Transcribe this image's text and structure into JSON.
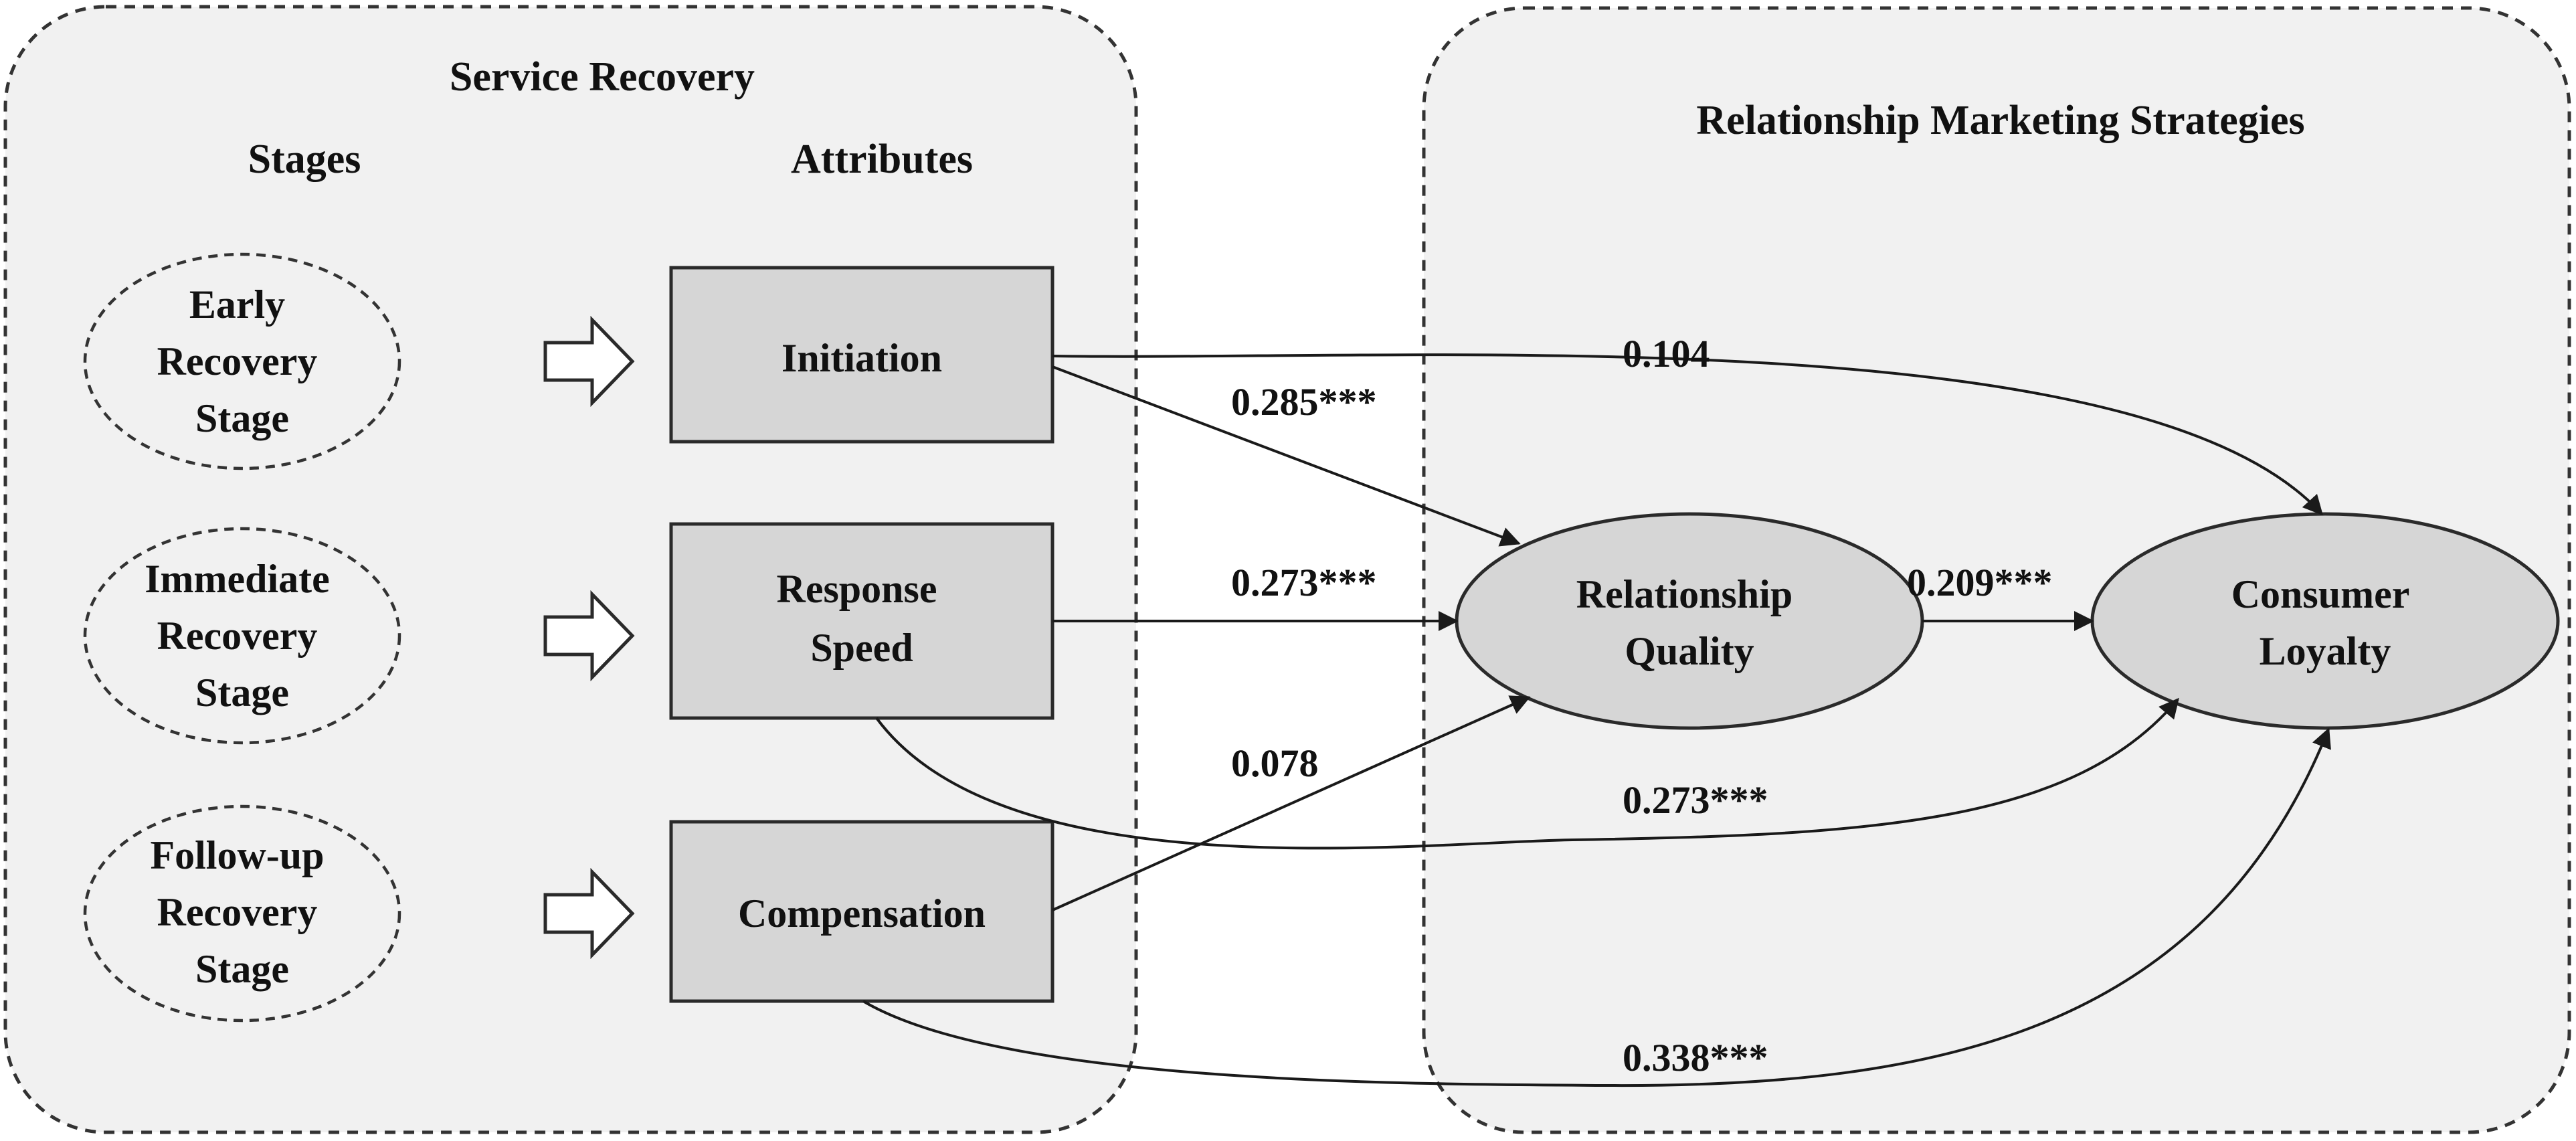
{
  "panels": {
    "service_recovery": {
      "title": "Service Recovery",
      "stages_heading": "Stages",
      "attributes_heading": "Attributes"
    },
    "relationship_marketing": {
      "title": "Relationship Marketing Strategies"
    }
  },
  "stages": [
    {
      "lines": [
        "Early",
        "Recovery",
        "Stage"
      ]
    },
    {
      "lines": [
        "Immediate",
        "Recovery",
        "Stage"
      ]
    },
    {
      "lines": [
        "Follow-up",
        "Recovery",
        "Stage"
      ]
    }
  ],
  "attributes": [
    {
      "lines": [
        "Initiation"
      ]
    },
    {
      "lines": [
        "Response",
        "Speed"
      ]
    },
    {
      "lines": [
        "Compensation"
      ]
    }
  ],
  "constructs": {
    "relationship_quality": {
      "lines": [
        "Relationship",
        "Quality"
      ]
    },
    "consumer_loyalty": {
      "lines": [
        "Consumer",
        "Loyalty"
      ]
    }
  },
  "paths": {
    "initiation_to_loyalty": "0.104",
    "initiation_to_quality": "0.285***",
    "speed_to_quality": "0.273***",
    "quality_to_loyalty": "0.209***",
    "compensation_to_quality": "0.078",
    "speed_to_loyalty": "0.273***",
    "compensation_to_loyalty": "0.338***"
  },
  "colors": {
    "panel_fill": "#f1f1f1",
    "box_fill": "#d6d6d6",
    "stroke": "#2a2a2a"
  }
}
